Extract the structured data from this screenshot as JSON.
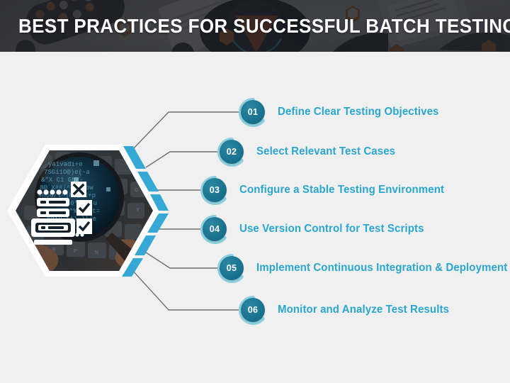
{
  "header": {
    "title": "BEST PRACTICES FOR SUCCESSFUL BATCH TESTING",
    "title_color": "#ffffff",
    "overlay_color": "#222226"
  },
  "theme": {
    "background": "#f0f0f0",
    "accent_cyan": "#35a8d4",
    "badge_fill": "#1b7490",
    "badge_ring": "#8fcfdd",
    "label_color": "#2ba6ce",
    "connector_color": "#6e7174",
    "hex_border": "#ffffff"
  },
  "visual": {
    "hexagon_name": "magnifying-glass-over-keyboard-photo",
    "overlay_icon_name": "batch-testing-icon",
    "overlay_icon_parts": [
      "batch-stack",
      "laptop-base",
      "cross-mark-square",
      "check-mark-square",
      "check-mark-square"
    ]
  },
  "items": [
    {
      "number": "01",
      "label": "Define Clear Testing Objectives"
    },
    {
      "number": "02",
      "label": "Select Relevant Test Cases"
    },
    {
      "number": "03",
      "label": "Configure a Stable Testing Environment"
    },
    {
      "number": "04",
      "label": "Use Version Control for Test Scripts"
    },
    {
      "number": "05",
      "label": "Implement Continuous Integration & Deployment"
    },
    {
      "number": "06",
      "label": "Monitor and Analyze Test Results"
    }
  ]
}
